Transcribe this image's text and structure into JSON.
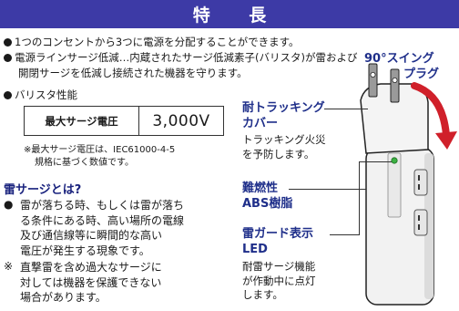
{
  "banner": {
    "title": "特 長"
  },
  "bullets": [
    "1つのコンセントから3つに電源を分配することができます。",
    "電源ラインサージ低減…内蔵されたサージ低減素子(バリスタ)が雷および",
    "開閉サージを低減し接続された機器を守ります。"
  ],
  "varistor": {
    "heading": "バリスタ性能",
    "table": {
      "label": "最大サージ電圧",
      "value": "3,000V"
    },
    "note_line1": "※最大サージ電圧は、IEC61000-4-5",
    "note_line2": "規格に基づく数値です。"
  },
  "thunder_surge": {
    "title": "雷サージとは?",
    "mark1": "●",
    "line1": "雷が落ちる時、もしくは雷が落ち",
    "line2": "る条件にある時、高い場所の電線",
    "line3": "及び通信線等に瞬間的な高い",
    "line4": "電圧が発生する現象です。",
    "mark2": "※",
    "line5": "直撃雷を含め過大なサージに",
    "line6": "対しては機器を保護できない",
    "line7": "場合があります。"
  },
  "features": {
    "tracking_cover_title1": "耐トラッキング",
    "tracking_cover_title2": "カバー",
    "tracking_cover_desc1": "トラッキング火災",
    "tracking_cover_desc2": "を予防します。",
    "abs_title1": "難燃性",
    "abs_title2": "ABS樹脂",
    "led_title1": "雷ガード表示",
    "led_title2": "LED",
    "led_desc1": "耐雷サージ機能",
    "led_desc2": "が作動中に点灯",
    "led_desc3": "します。",
    "swing_title1": "90°スイング",
    "swing_title2": "プラグ"
  },
  "colors": {
    "banner": "#3d3aa6",
    "accent_blue": "#1f2f8a",
    "arrow_red": "#d0202a",
    "led_green": "#3cb043"
  }
}
